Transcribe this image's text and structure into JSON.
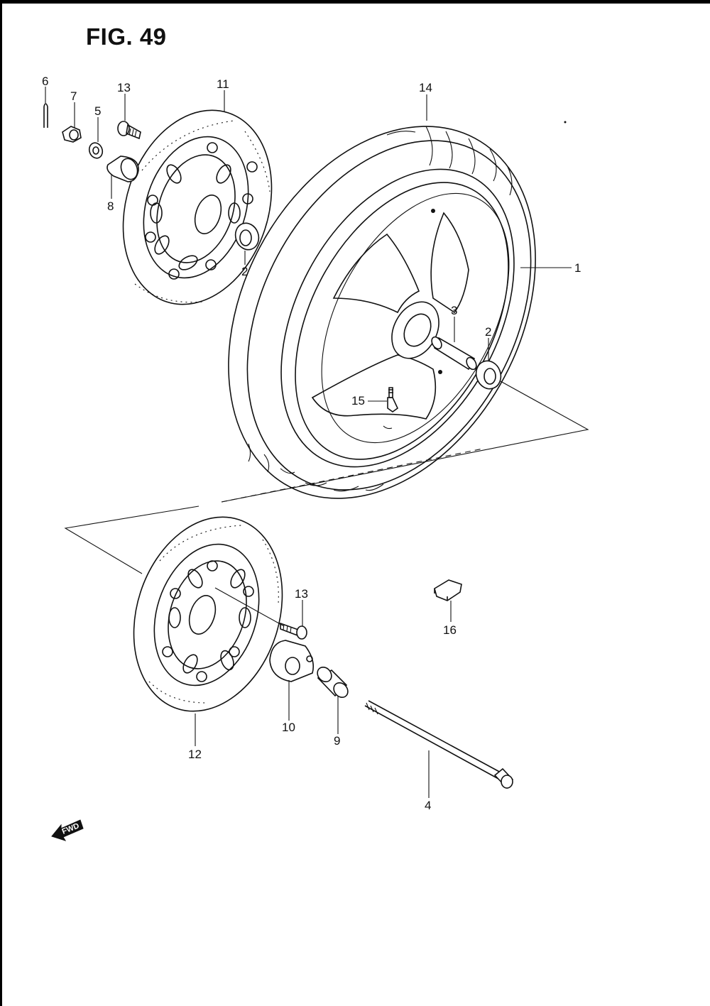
{
  "figure": {
    "title": "FIG. 49"
  },
  "callouts": [
    {
      "id": "c1",
      "text": "1"
    },
    {
      "id": "c2a",
      "text": "2"
    },
    {
      "id": "c2b",
      "text": "2"
    },
    {
      "id": "c3",
      "text": "3"
    },
    {
      "id": "c4",
      "text": "4"
    },
    {
      "id": "c5",
      "text": "5"
    },
    {
      "id": "c6",
      "text": "6"
    },
    {
      "id": "c7",
      "text": "7"
    },
    {
      "id": "c8",
      "text": "8"
    },
    {
      "id": "c9",
      "text": "9"
    },
    {
      "id": "c10",
      "text": "10"
    },
    {
      "id": "c11",
      "text": "11"
    },
    {
      "id": "c12",
      "text": "12"
    },
    {
      "id": "c13a",
      "text": "13"
    },
    {
      "id": "c13b",
      "text": "13"
    },
    {
      "id": "c14",
      "text": "14"
    },
    {
      "id": "c15",
      "text": "15"
    },
    {
      "id": "c16",
      "text": "16"
    }
  ],
  "direction_badge": {
    "text": "FWD"
  },
  "colors": {
    "ink": "#111111",
    "paper": "#ffffff"
  }
}
